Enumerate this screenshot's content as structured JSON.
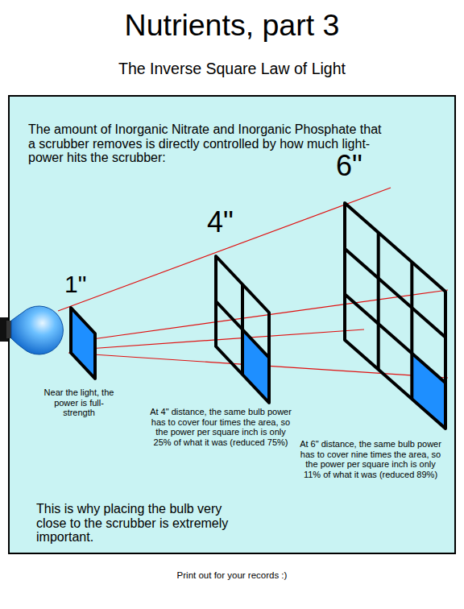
{
  "diagram": {
    "title": "Nutrients, part 3",
    "nodes": [
      {
        "text": [
          "The amount of Inorganic Nitrate and Inorganic Phosphate that a scrubber removes is directly controlled by how much light-power hits the scrubber:",
          "This is why placing the bulb very close to the scrubber is extremely important."
        ]
      }
    ],
    "labels": [
      "The Inverse Square Law of Light",
      "1\"",
      "4\"",
      "6\"",
      "Near the light, the power is full-strength",
      "At 4\" distance, the same bulb power has to cover four times the area, so the power per square inch is only 25% of what it was (reduced 75%)",
      "At 6\" distance, the same bulb power has to cover nine times the area, so the power per square inch is only 11% of what it was (reduced 89%)",
      "Print out for your records :)"
    ]
  }
}
